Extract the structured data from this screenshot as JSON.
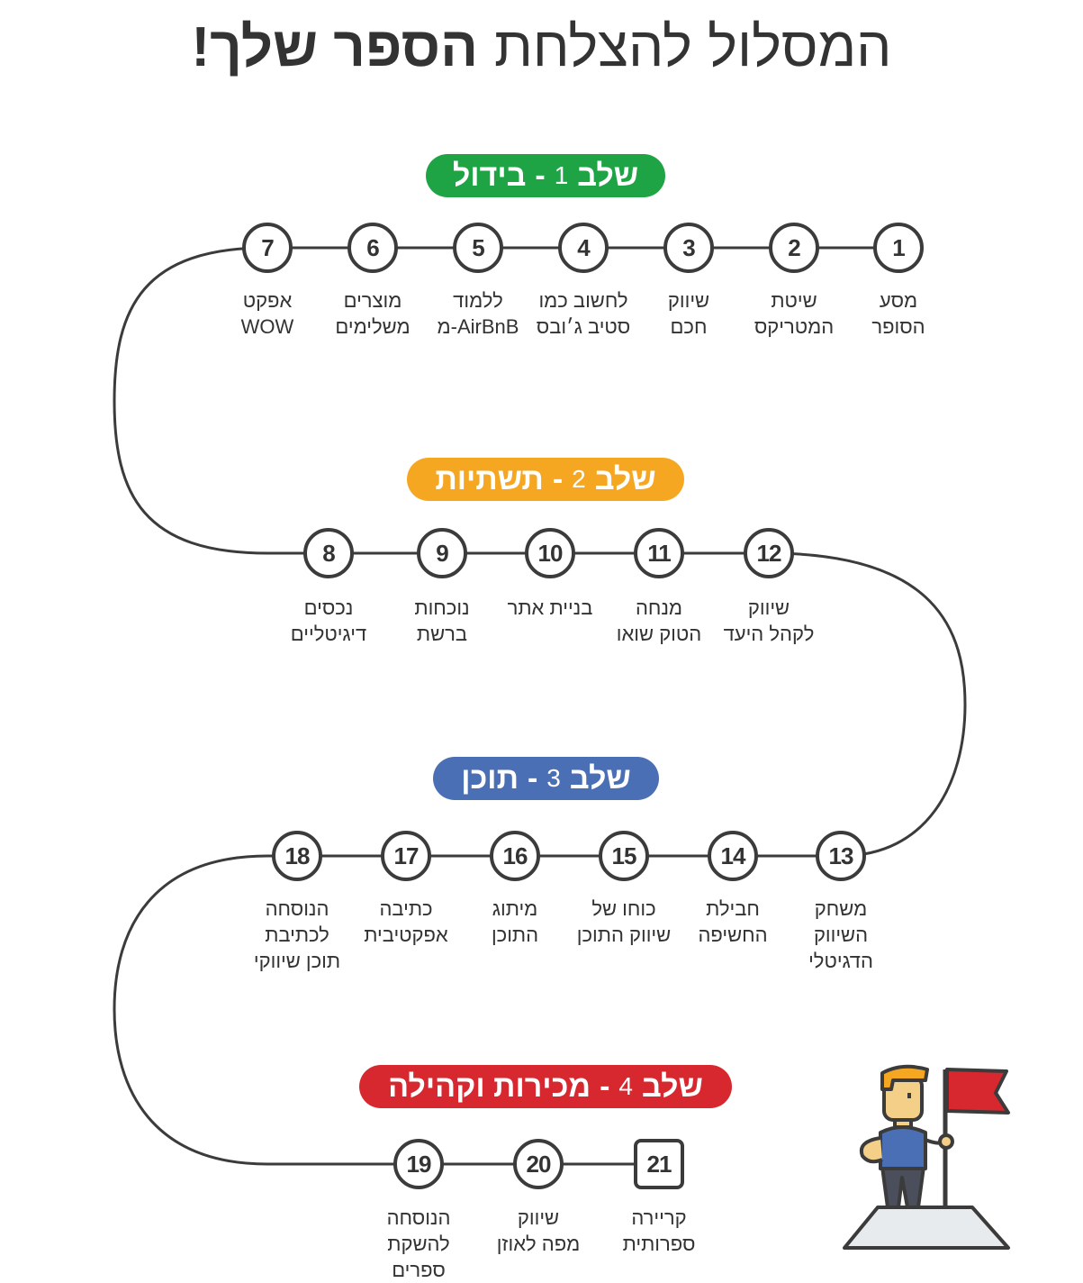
{
  "title": {
    "light": "המסלול להצלחת",
    "bold": "הספר שלך!"
  },
  "colors": {
    "green": "#1fa445",
    "yellow": "#f5a722",
    "blue": "#4a6fb5",
    "red": "#d72830",
    "line": "#3b3b3b"
  },
  "stages": [
    {
      "prefix": "שלב",
      "number": "1",
      "dash": "-",
      "name": "בידול"
    },
    {
      "prefix": "שלב",
      "number": "2",
      "dash": "-",
      "name": "תשתיות"
    },
    {
      "prefix": "שלב",
      "number": "3",
      "dash": "-",
      "name": "תוכן"
    },
    {
      "prefix": "שלב",
      "number": "4",
      "dash": "-",
      "name": "מכירות וקהילה"
    }
  ],
  "steps": [
    {
      "num": "1",
      "lines": [
        "מסע",
        "הסופר"
      ]
    },
    {
      "num": "2",
      "lines": [
        "שיטת",
        "המטריקס"
      ]
    },
    {
      "num": "3",
      "lines": [
        "שיווק",
        "חכם"
      ]
    },
    {
      "num": "4",
      "lines": [
        "לחשוב כמו",
        "סטיב ג׳ובס"
      ]
    },
    {
      "num": "5",
      "lines": [
        "ללמוד",
        "מ-AirBnB"
      ]
    },
    {
      "num": "6",
      "lines": [
        "מוצרים",
        "משלימים"
      ]
    },
    {
      "num": "7",
      "lines": [
        "אפקט",
        "WOW"
      ]
    },
    {
      "num": "8",
      "lines": [
        "נכסים",
        "דיגיטליים"
      ]
    },
    {
      "num": "9",
      "lines": [
        "נוכחות",
        "ברשת"
      ]
    },
    {
      "num": "10",
      "lines": [
        "בניית אתר"
      ]
    },
    {
      "num": "11",
      "lines": [
        "מנחה",
        "הטוק שואו"
      ]
    },
    {
      "num": "12",
      "lines": [
        "שיווק",
        "לקהל היעד"
      ]
    },
    {
      "num": "13",
      "lines": [
        "משחק",
        "השיווק",
        "הדגיטלי"
      ]
    },
    {
      "num": "14",
      "lines": [
        "חבילת",
        "החשיפה"
      ]
    },
    {
      "num": "15",
      "lines": [
        "כוחו של",
        "שיווק התוכן"
      ]
    },
    {
      "num": "16",
      "lines": [
        "מיתוג",
        "התוכן"
      ]
    },
    {
      "num": "17",
      "lines": [
        "כתיבה",
        "אפקטיבית"
      ]
    },
    {
      "num": "18",
      "lines": [
        "הנוסחה",
        "לכתיבת",
        "תוכן שיווקי"
      ]
    },
    {
      "num": "19",
      "lines": [
        "הנוסחה",
        "להשקת",
        "ספרים"
      ]
    },
    {
      "num": "20",
      "lines": [
        "שיווק",
        "מפה לאוזן"
      ]
    },
    {
      "num": "21",
      "lines": [
        "קריירה",
        "ספרותית"
      ]
    }
  ]
}
